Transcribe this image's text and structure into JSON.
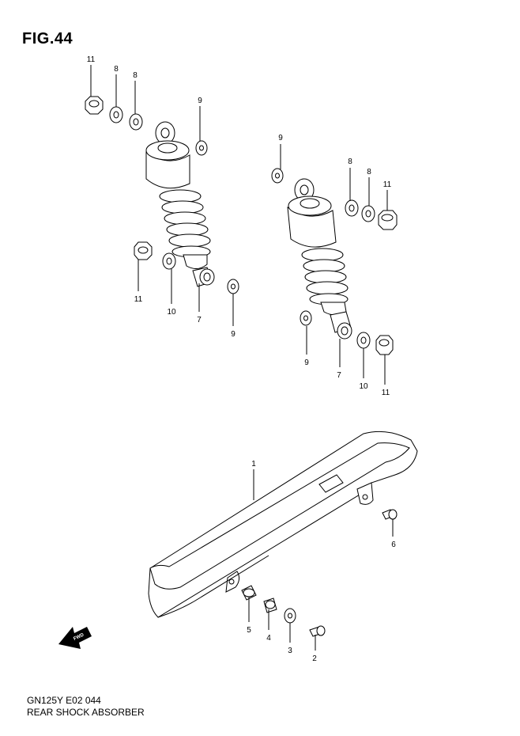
{
  "figure": {
    "title": "FIG.44",
    "model_code": "GN125Y E02  044",
    "caption": "REAR SHOCK ABSORBER",
    "fwd_marker": "FWD"
  },
  "callouts": {
    "c1": "1",
    "c2": "2",
    "c3": "3",
    "c4": "4",
    "c5": "5",
    "c6": "6",
    "c7a": "7",
    "c7b": "7",
    "c8a": "8",
    "c8b": "8",
    "c8c": "8",
    "c8d": "8",
    "c9a": "9",
    "c9b": "9",
    "c9c": "9",
    "c9d": "9",
    "c10a": "10",
    "c10b": "10",
    "c11a": "11",
    "c11b": "11",
    "c11c": "11",
    "c11d": "11"
  }
}
